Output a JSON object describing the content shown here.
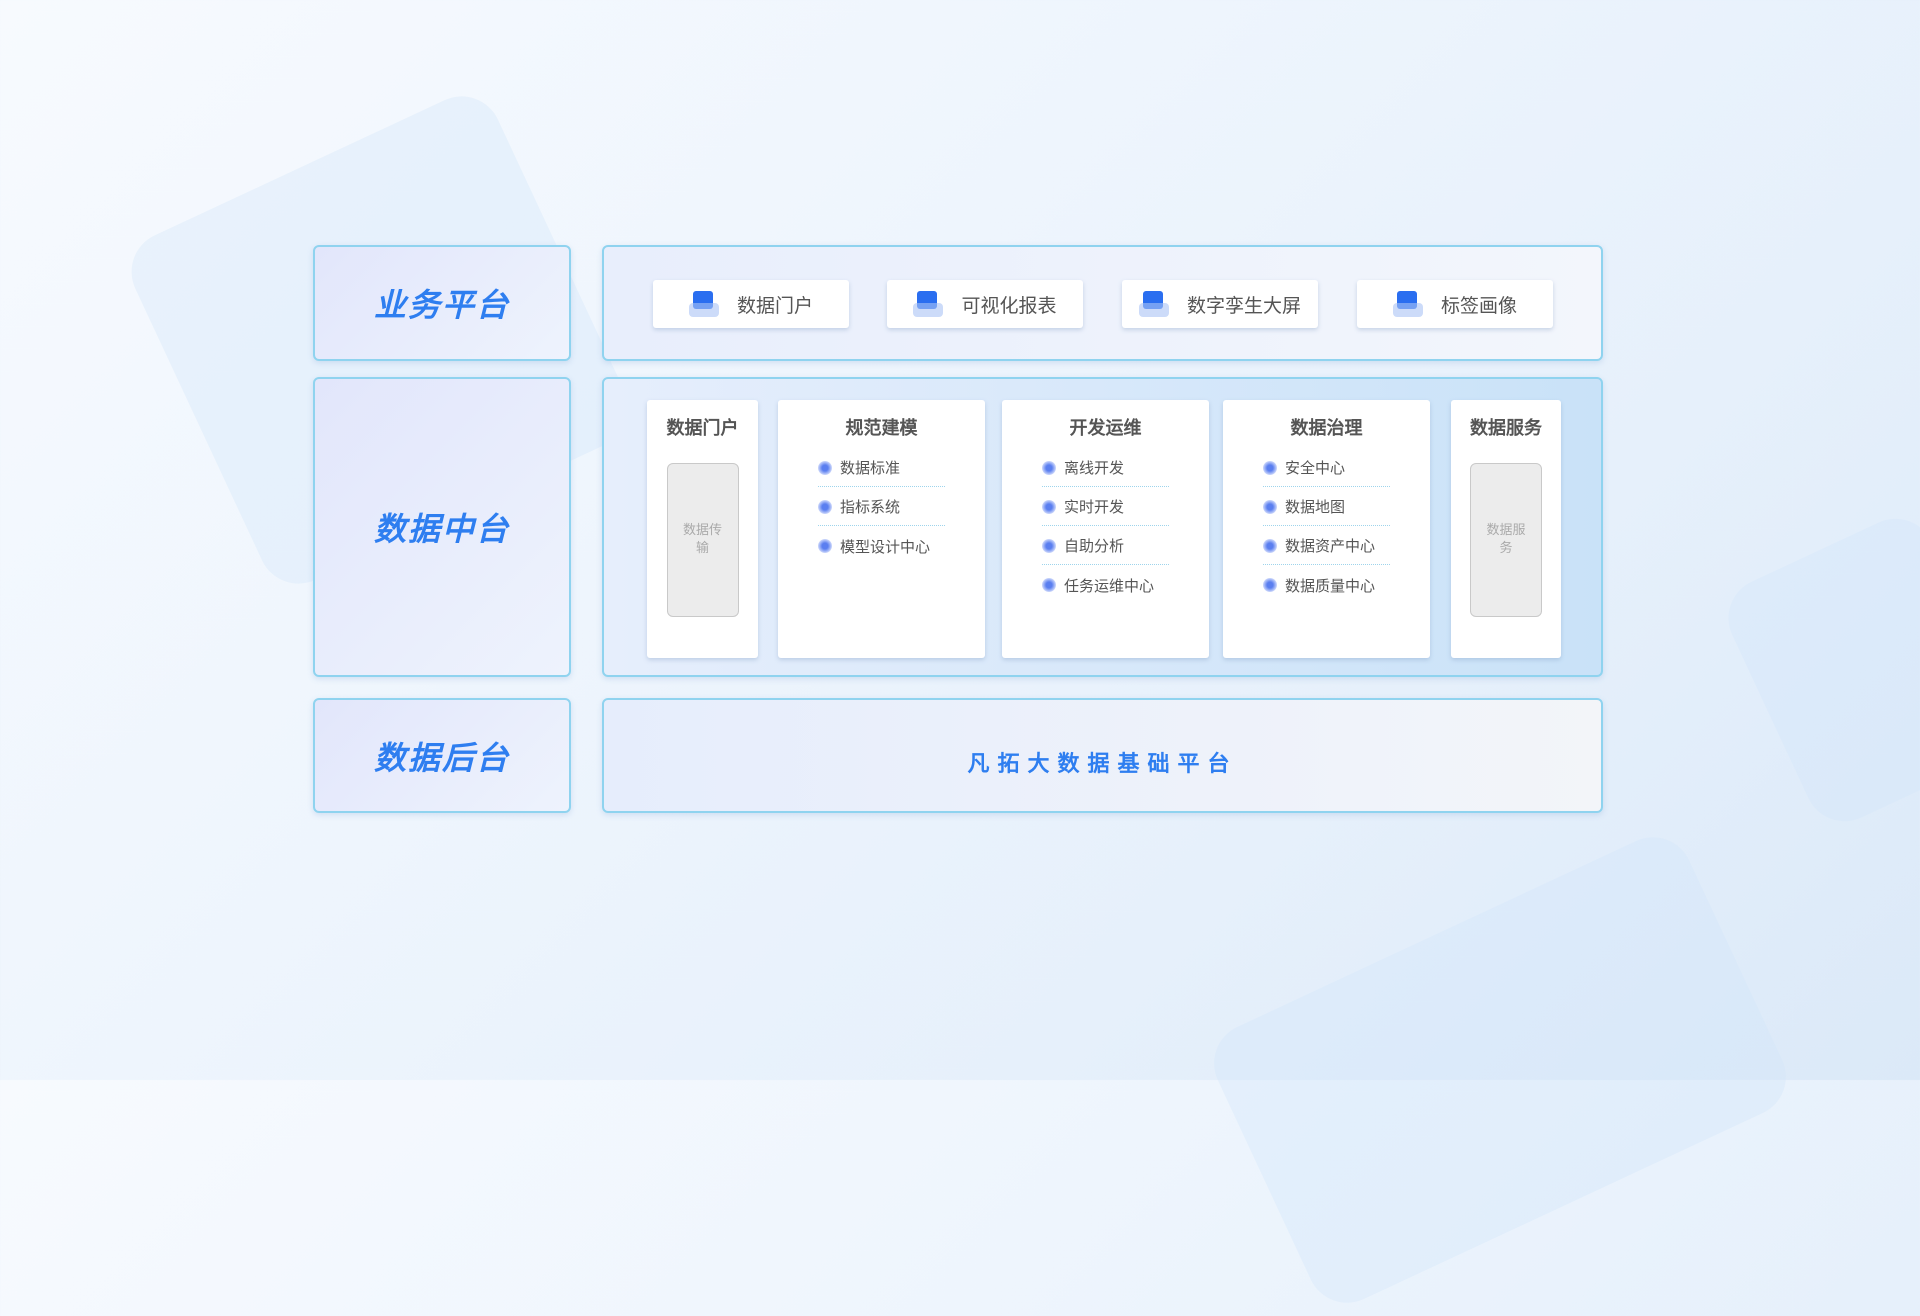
{
  "layers": {
    "business": "业务平台",
    "middle": "数据中台",
    "backend": "数据后台"
  },
  "business_items": [
    {
      "label": "数据门户",
      "icon": "document-icon"
    },
    {
      "label": "可视化报表",
      "icon": "chart-icon"
    },
    {
      "label": "数字孪生大屏",
      "icon": "layers-icon"
    },
    {
      "label": "标签画像",
      "icon": "tag-icon"
    }
  ],
  "middle_columns": [
    {
      "title": "数据门户",
      "box": "数据传输"
    },
    {
      "title": "规范建模",
      "items": [
        "数据标准",
        "指标系统",
        "模型设计中心"
      ]
    },
    {
      "title": "开发运维",
      "items": [
        "离线开发",
        "实时开发",
        "自助分析",
        "任务运维中心"
      ]
    },
    {
      "title": "数据治理",
      "items": [
        "安全中心",
        "数据地图",
        "数据资产中心",
        "数据质量中心"
      ]
    },
    {
      "title": "数据服务",
      "box": "数据服务"
    }
  ],
  "backend_platform": "凡拓大数据基础平台"
}
